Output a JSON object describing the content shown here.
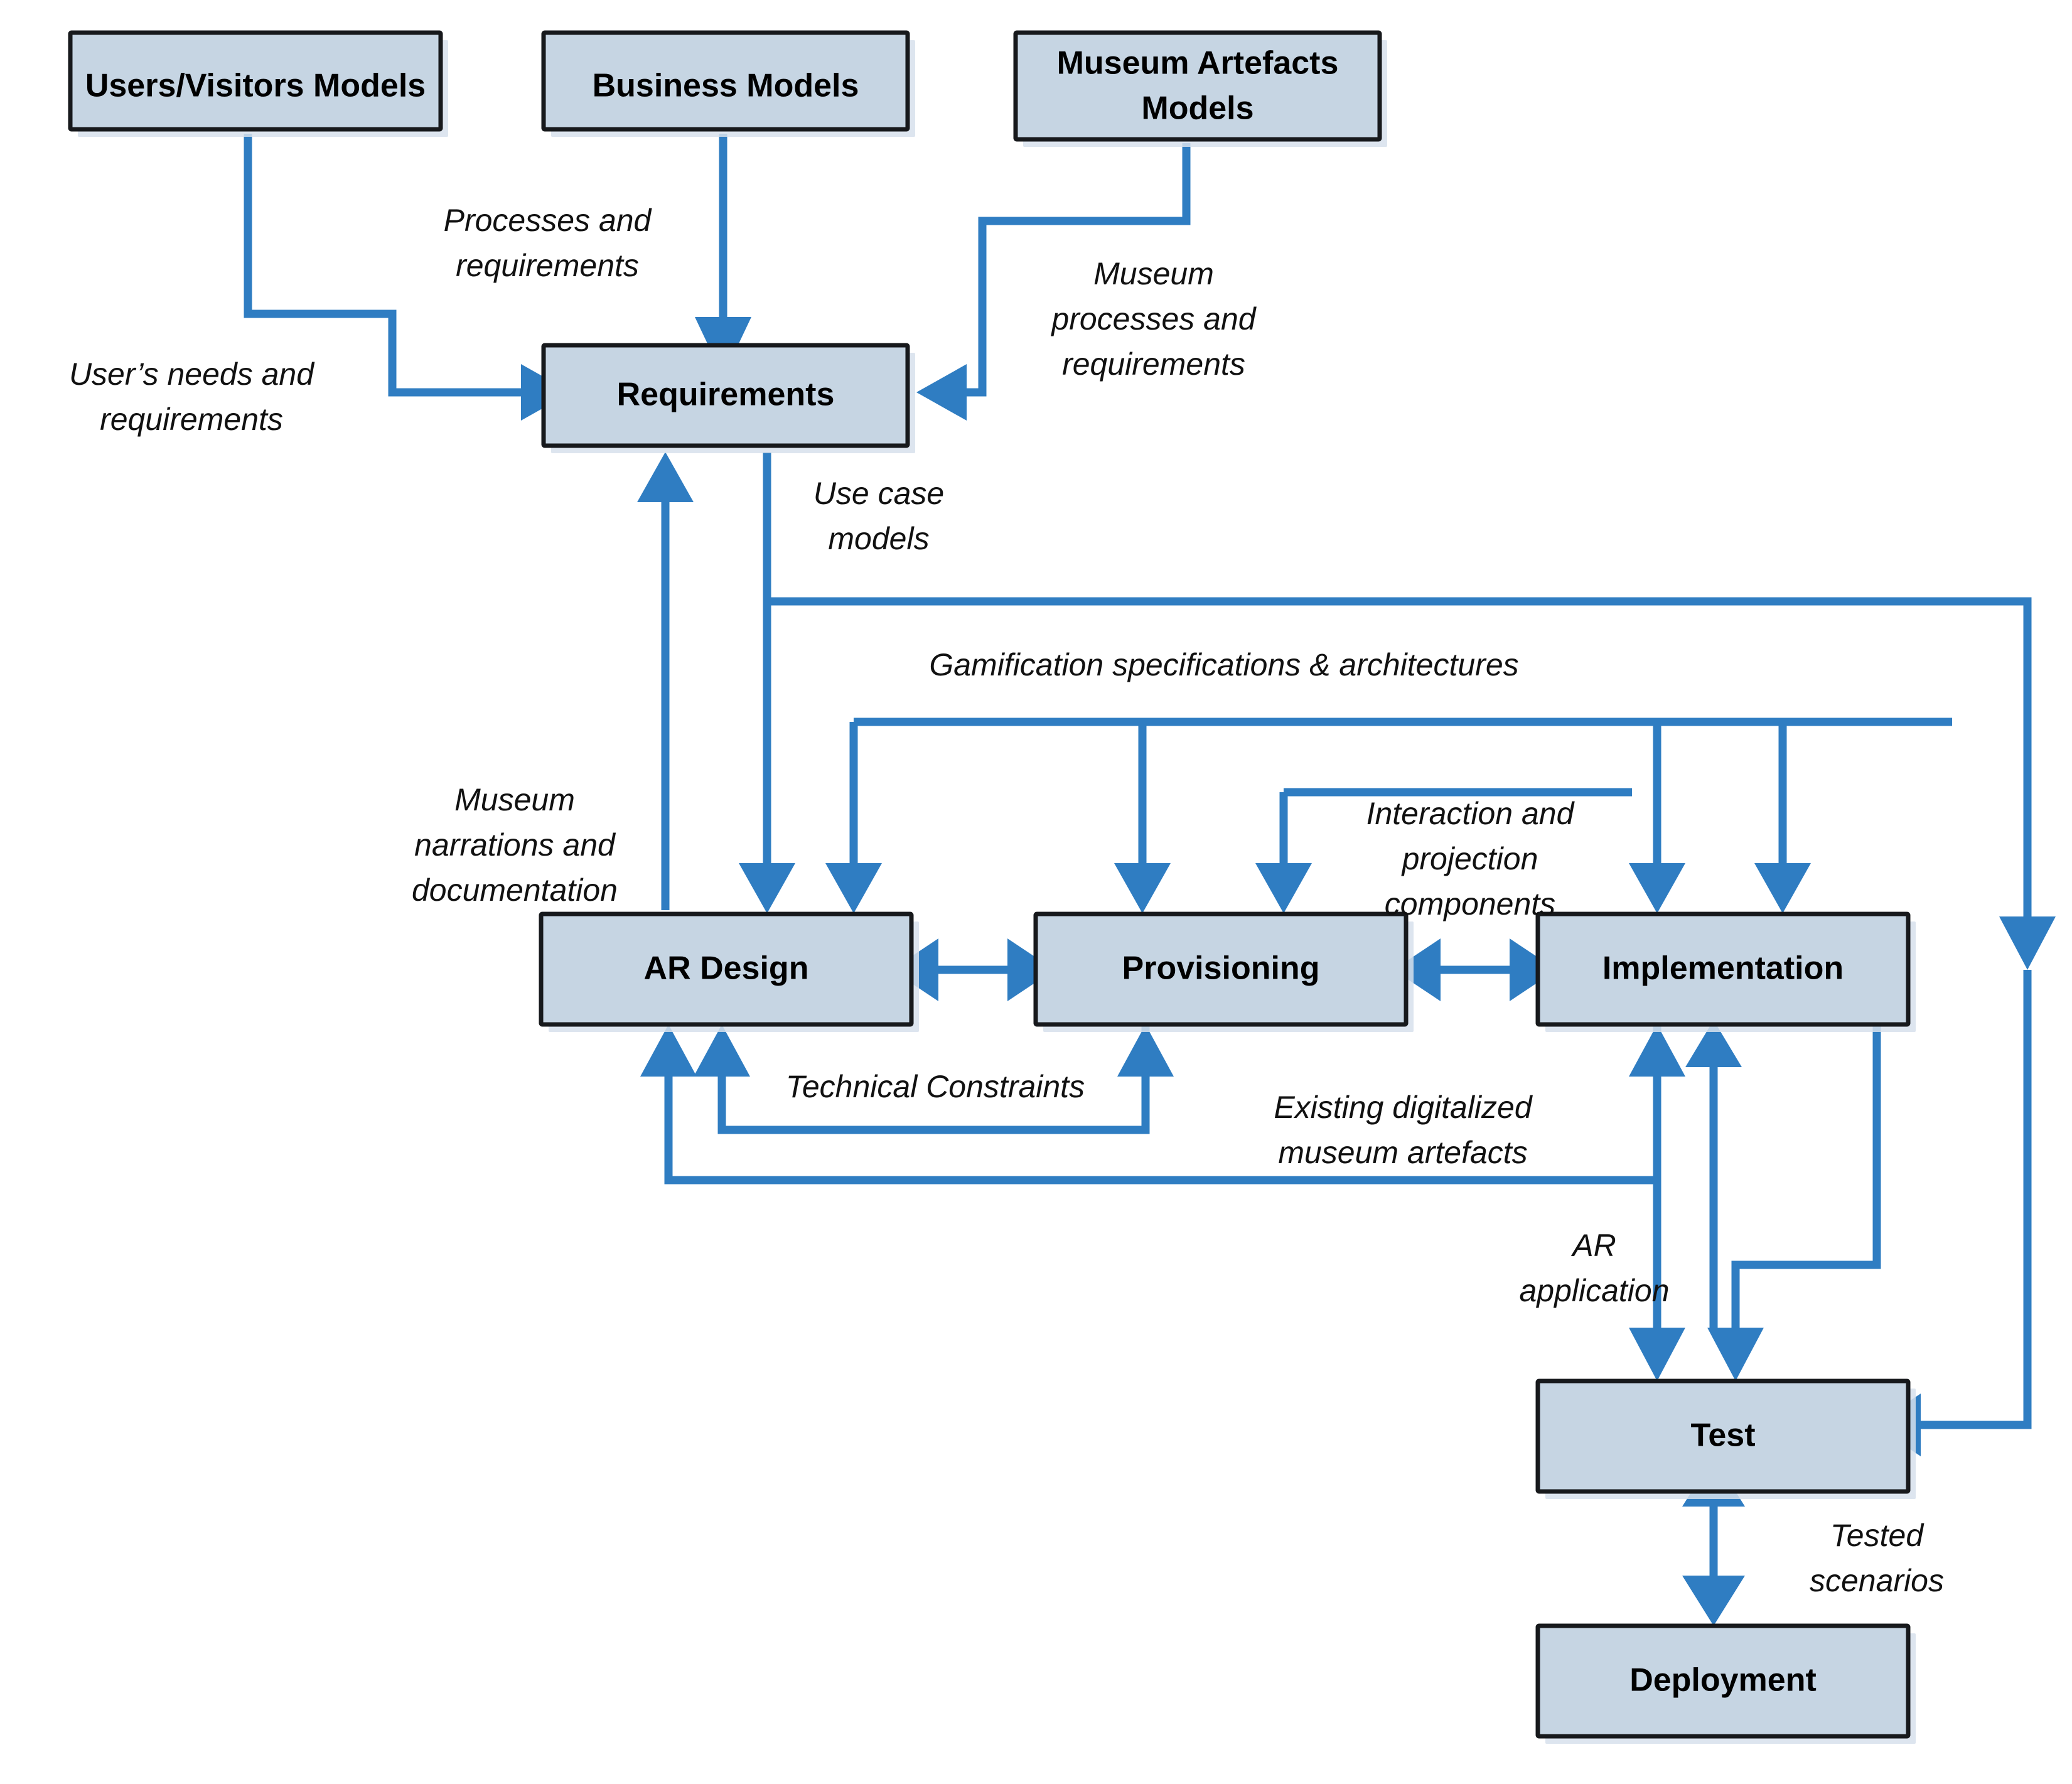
{
  "diagram": {
    "title": "AR museum application development process",
    "colors": {
      "node_fill": "#c6d5e3",
      "node_border": "#17191c",
      "connector": "#2f7dc2",
      "background": "#ffffff",
      "label_text": "#111111"
    },
    "nodes": [
      {
        "id": "users_visitors_models",
        "label": "Users/Visitors Models"
      },
      {
        "id": "business_models",
        "label": "Business Models"
      },
      {
        "id": "museum_artefacts_models_line1",
        "label": "Museum Artefacts"
      },
      {
        "id": "museum_artefacts_models_line2",
        "label": "Models"
      },
      {
        "id": "requirements",
        "label": "Requirements"
      },
      {
        "id": "ar_design",
        "label": "AR Design"
      },
      {
        "id": "provisioning",
        "label": "Provisioning"
      },
      {
        "id": "implementation",
        "label": "Implementation"
      },
      {
        "id": "test",
        "label": "Test"
      },
      {
        "id": "deployment",
        "label": "Deployment"
      }
    ],
    "edge_labels": [
      {
        "id": "users_needs",
        "lines": [
          "User’s needs and",
          "requirements"
        ]
      },
      {
        "id": "processes_requirements",
        "lines": [
          "Processes and",
          "requirements"
        ]
      },
      {
        "id": "museum_processes",
        "lines": [
          "Museum",
          "processes and",
          "requirements"
        ]
      },
      {
        "id": "use_case_models",
        "lines": [
          "Use case",
          "models"
        ]
      },
      {
        "id": "gamification",
        "lines": [
          "Gamification specifications & architectures"
        ]
      },
      {
        "id": "museum_narrations",
        "lines": [
          "Museum",
          "narrations and",
          "documentation"
        ]
      },
      {
        "id": "interaction_projection",
        "lines": [
          "Interaction and",
          "projection",
          "components"
        ]
      },
      {
        "id": "technical_constraints",
        "lines": [
          "Technical Constraints"
        ]
      },
      {
        "id": "existing_digitalized",
        "lines": [
          "Existing digitalized",
          "museum artefacts"
        ]
      },
      {
        "id": "ar_application",
        "lines": [
          "AR",
          "application"
        ]
      },
      {
        "id": "tested_scenarios",
        "lines": [
          "Tested",
          "scenarios"
        ]
      }
    ]
  }
}
